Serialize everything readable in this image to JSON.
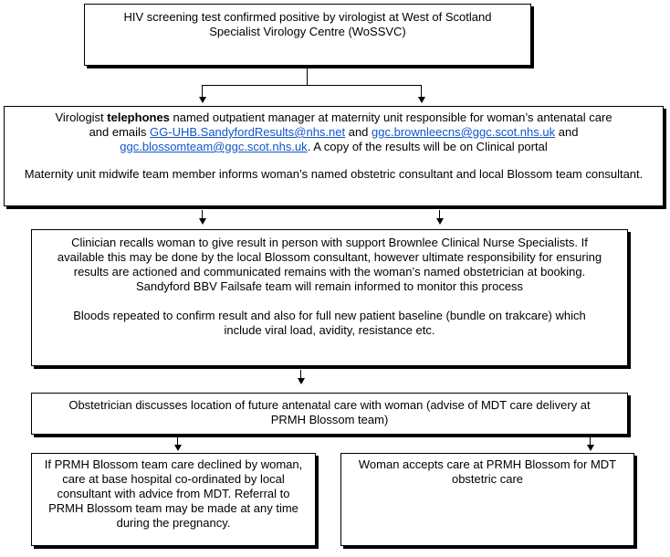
{
  "box1": {
    "line1": "HIV screening test confirmed positive by virologist at West of Scotland",
    "line2": "Specialist Virology Centre (WoSSVC)"
  },
  "box2": {
    "p1_pre": "Virologist ",
    "p1_bold": "telephones",
    "p1_post": " named outpatient manager at maternity unit responsible for woman’s antenatal care",
    "p2_pre": "and emails ",
    "email1": "GG-UHB.SandyfordResults@nhs.net",
    "and1": " and ",
    "email2": "ggc.brownleecns@ggc.scot.nhs.uk",
    "and2": " and",
    "email3": "ggc.blossomteam@ggc.scot.nhs.uk",
    "p3_post": ".  A copy of the results will be on Clinical portal",
    "p4": "Maternity unit midwife team member informs woman’s named obstetric consultant and local Blossom team consultant."
  },
  "box3": {
    "p1": "Clinician recalls woman to give result in person with support Brownlee Clinical Nurse Specialists.  If available this may be done by the local Blossom consultant, however ultimate responsibility for ensuring results are actioned and communicated remains with the woman’s named obstetrician at booking.",
    "p2": "Sandyford BBV Failsafe team will remain informed to monitor this process",
    "p3": "Bloods repeated to confirm result and also for full new patient baseline (bundle on trakcare) which include viral load, avidity, resistance etc."
  },
  "box4": {
    "text": "Obstetrician discusses location of future antenatal care with woman (advise of MDT care delivery at PRMH Blossom team)"
  },
  "box5": {
    "text": "If PRMH Blossom team care declined by woman, care at base hospital co-ordinated by local consultant with advice from MDT. Referral to PRMH Blossom team may be made at any time during the pregnancy."
  },
  "box6": {
    "text": "Woman accepts care at PRMH Blossom for MDT obstetric care"
  }
}
